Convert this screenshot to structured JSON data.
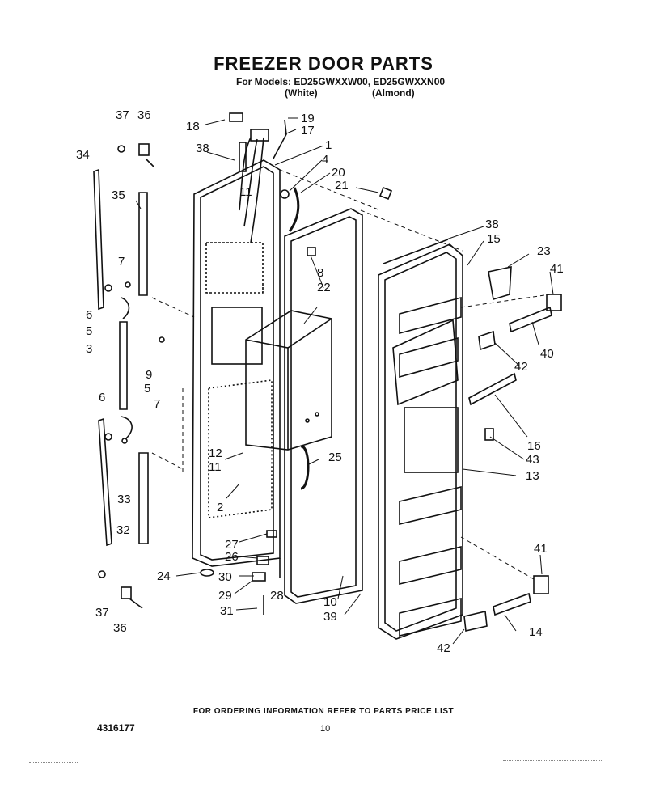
{
  "header": {
    "title": "FREEZER DOOR PARTS",
    "models": "For Models: ED25GWXXW00, ED25GWXXN00",
    "variant_white": "(White)",
    "variant_almond": "(Almond)"
  },
  "footer": {
    "ordering_info": "FOR ORDERING INFORMATION REFER TO PARTS PRICE LIST",
    "part_number": "4316177",
    "page_number": "10"
  },
  "callouts": {
    "c37a": "37",
    "c36a": "36",
    "c34": "34",
    "c35": "35",
    "c18": "18",
    "c38a": "38",
    "c19": "19",
    "c17": "17",
    "c1": "1",
    "c4": "4",
    "c20": "20",
    "c21": "21",
    "c11a": "11",
    "c7a": "7",
    "c6a": "6",
    "c5a": "5",
    "c3": "3",
    "c9": "9",
    "c38b": "38",
    "c15": "15",
    "c23": "23",
    "c41a": "41",
    "c8": "8",
    "c22": "22",
    "c40": "40",
    "c42a": "42",
    "c6b": "6",
    "c5b": "5",
    "c7b": "7",
    "c12": "12",
    "c11b": "11",
    "c16": "16",
    "c43": "43",
    "c25": "25",
    "c13": "13",
    "c33": "33",
    "c2": "2",
    "c32": "32",
    "c27": "27",
    "c26": "26",
    "c24": "24",
    "c30": "30",
    "c29": "29",
    "c28": "28",
    "c31": "31",
    "c10": "10",
    "c39": "39",
    "c41b": "41",
    "c14": "14",
    "c37b": "37",
    "c36b": "36",
    "c42b": "42"
  }
}
